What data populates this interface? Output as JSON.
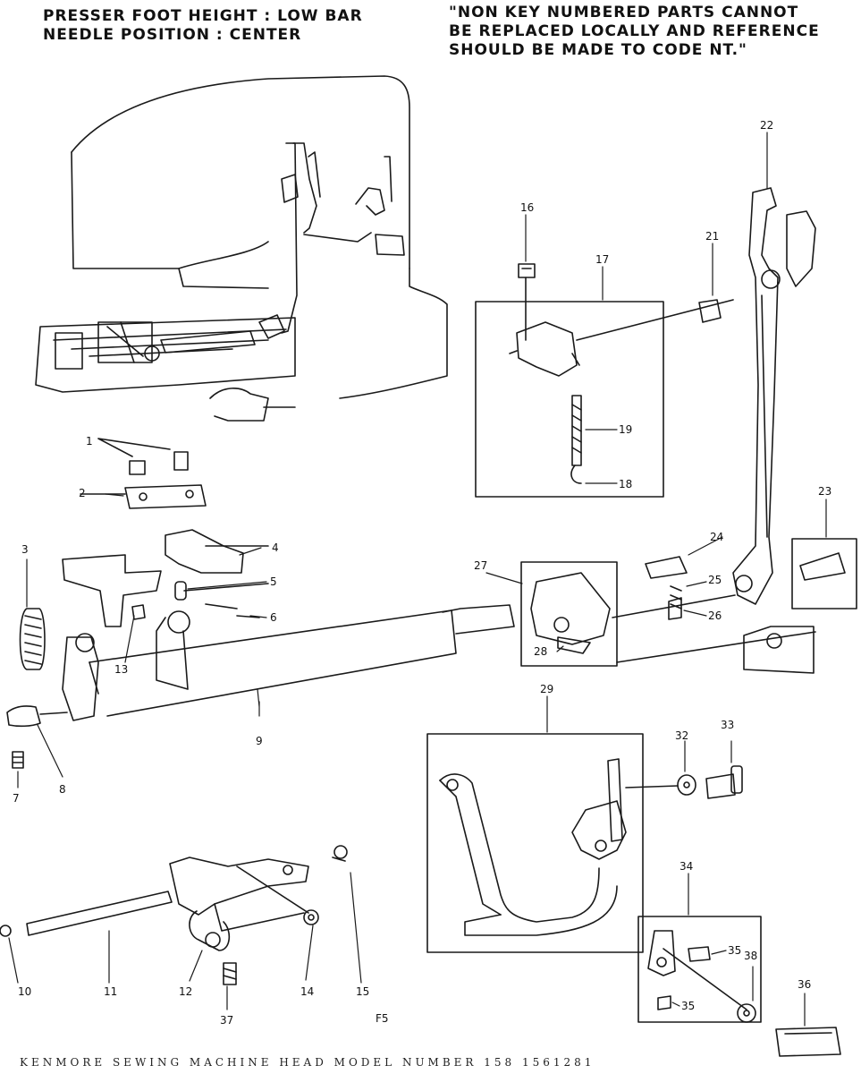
{
  "header": {
    "left_lines": [
      "PRESSER FOOT HEIGHT : LOW BAR",
      "NEEDLE POSITION : CENTER"
    ],
    "right_lines": [
      "\"NON KEY NUMBERED PARTS CANNOT",
      "BE REPLACED LOCALLY AND REFERENCE",
      "SHOULD BE MADE TO CODE NT.\""
    ]
  },
  "callouts": [
    "1",
    "2",
    "3",
    "4",
    "5",
    "6",
    "7",
    "8",
    "9",
    "10",
    "11",
    "12",
    "13",
    "14",
    "15",
    "16",
    "17",
    "18",
    "19",
    "21",
    "22",
    "23",
    "24",
    "25",
    "26",
    "27",
    "28",
    "29",
    "32",
    "33",
    "34",
    "35",
    "35",
    "36",
    "37",
    "38"
  ],
  "drawing_code": "F5",
  "footer": "KENMORE SEWING MACHINE HEAD MODEL NUMBER 158 1561281"
}
